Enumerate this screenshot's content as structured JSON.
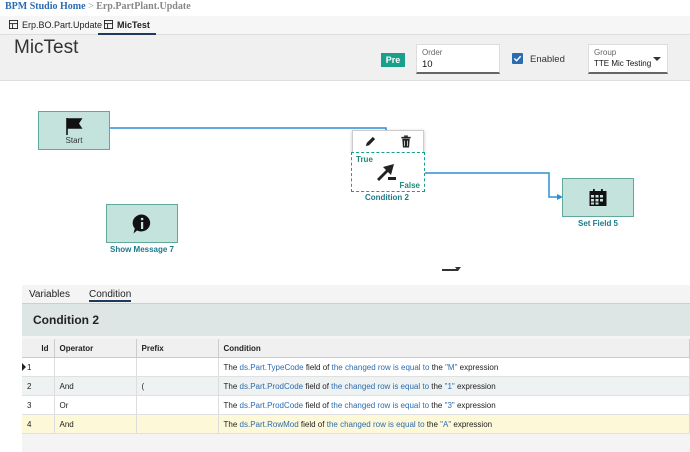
{
  "breadcrumb": {
    "home": "BPM Studio Home",
    "separator": ">",
    "current": "Erp.PartPlant.Update"
  },
  "tabs": [
    {
      "label": "Erp.BO.Part.Update",
      "icon": "grid-icon"
    },
    {
      "label": "MicTest",
      "icon": "grid-icon",
      "active": true
    }
  ],
  "header": {
    "title": "MicTest",
    "badge": "Pre",
    "order_label": "Order",
    "order_value": "10",
    "enabled_label": "Enabled",
    "enabled_checked": true,
    "group_label": "Group",
    "group_value": "TTE Mic Testing"
  },
  "canvas": {
    "nodes": {
      "start": {
        "label": "Start",
        "icon": "flag-icon"
      },
      "condition": {
        "label": "Condition 2",
        "true_label": "True",
        "false_label": "False",
        "icon": "split-arrows-icon"
      },
      "show_message": {
        "label": "Show Message 7",
        "icon": "info-bubble-icon"
      },
      "set_field": {
        "label": "Set Field 5",
        "icon": "calendar-grid-icon"
      }
    },
    "toolbar": {
      "edit_icon": "pencil-icon",
      "delete_icon": "trash-icon"
    }
  },
  "bottom": {
    "tabs": [
      "Variables",
      "Condition"
    ],
    "active_tab": "Condition",
    "section_title": "Condition 2",
    "columns": [
      "Id",
      "Operator",
      "Prefix",
      "Condition"
    ],
    "rows": [
      {
        "id": "1",
        "operator": "",
        "prefix": "",
        "the": "The",
        "field": "ds.Part.TypeCode",
        "mid1": "field of",
        "link": "the changed row is equal to",
        "mid2": "the",
        "value": "\"M\"",
        "end": "expression"
      },
      {
        "id": "2",
        "operator": "And",
        "prefix": "(",
        "the": "The",
        "field": "ds.Part.ProdCode",
        "mid1": "field of",
        "link": "the changed row is equal to",
        "mid2": "the",
        "value": "\"1\"",
        "end": "expression"
      },
      {
        "id": "3",
        "operator": "Or",
        "prefix": "",
        "the": "The",
        "field": "ds.Part.ProdCode",
        "mid1": "field of",
        "link": "the changed row is equal to",
        "mid2": "the",
        "value": "\"3\"",
        "end": "expression"
      },
      {
        "id": "4",
        "operator": "And",
        "prefix": "",
        "the": "The",
        "field": "ds.Part.RowMod",
        "mid1": "field of",
        "link": "the changed row is equal to",
        "mid2": "the",
        "value": "\"A\"",
        "end": "expression"
      }
    ]
  },
  "colors": {
    "accent": "#1aa08a",
    "link": "#2b6cb0",
    "node_fill": "#c5e3dd",
    "connector": "#2b8fd6"
  }
}
